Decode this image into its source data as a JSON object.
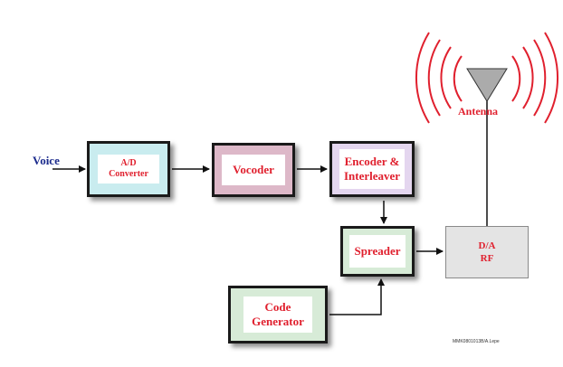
{
  "diagram": {
    "input_label": "Voice",
    "blocks": {
      "ad_converter": "A/D\nConverter",
      "vocoder": "Vocoder",
      "encoder": "Encoder &\nInterleaver",
      "spreader": "Spreader",
      "code_generator": "Code\nGenerator",
      "da_rf": "D/A\nRF"
    },
    "antenna_label": "Antenna",
    "figure_id": "MMK0801013B/A.Lepe"
  },
  "colors": {
    "ad_fill": "#c9ecef",
    "vocoder_fill": "#ddb8c8",
    "encoder_fill": "#e4d6ef",
    "spreader_fill": "#d7ebd7",
    "code_fill": "#d7ebd7",
    "rf_fill": "#e4e4e4",
    "block_text": "#e0202e",
    "input_text": "#1a2a8c",
    "waves": "#e0202e"
  }
}
